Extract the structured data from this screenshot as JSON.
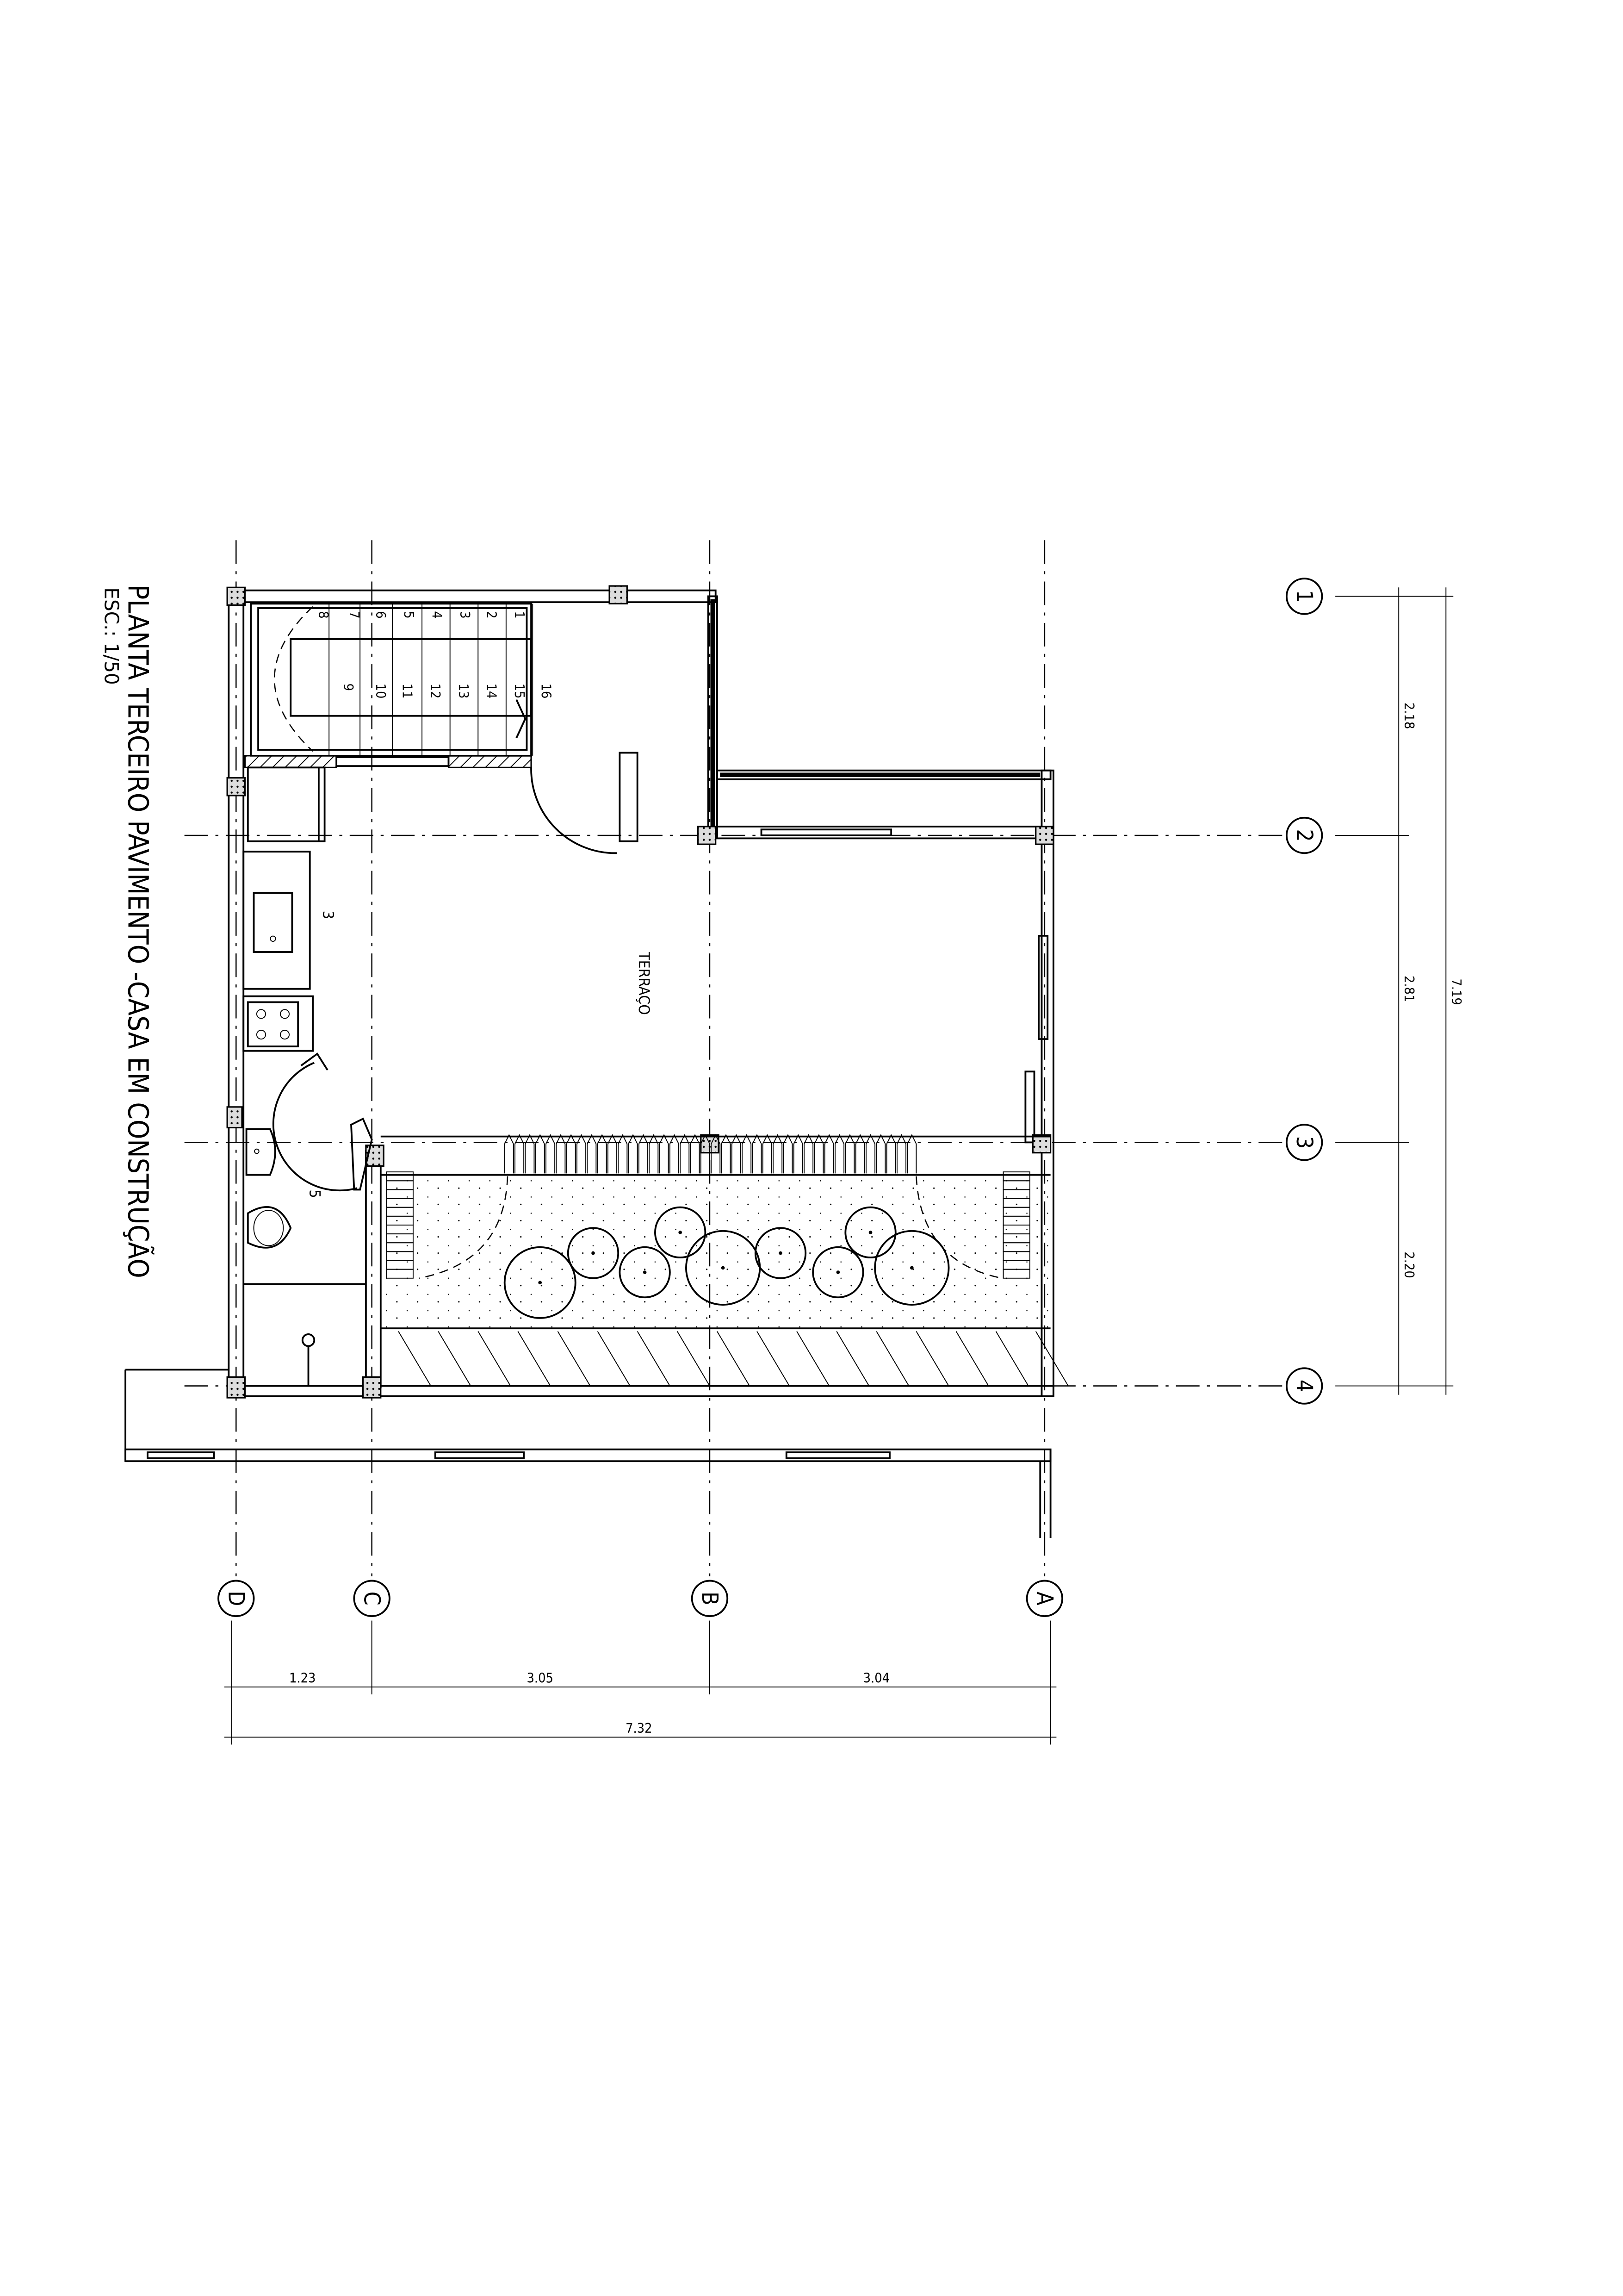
{
  "title": "PLANTA TERCEIRO PAVIMENTO -CASA EM CONSTRUÇÃO",
  "scale": "ESC.: 1/50",
  "rooms": {
    "terrace": "TERRAÇO",
    "kitchen": "3",
    "bathroom": "5"
  },
  "stair_steps": [
    "1",
    "2",
    "3",
    "4",
    "5",
    "6",
    "7",
    "8",
    "9",
    "10",
    "11",
    "12",
    "13",
    "14",
    "15",
    "16"
  ],
  "grid_axes": {
    "rows": [
      "1",
      "2",
      "3",
      "4"
    ],
    "columns": [
      "D",
      "C",
      "B",
      "A"
    ]
  },
  "dimensions": {
    "vertical": [
      "2.18",
      "2.81",
      "2.20"
    ],
    "vertical_total": "7.19",
    "horizontal": [
      "1.23",
      "3.05",
      "3.04"
    ],
    "horizontal_total": "7.32"
  }
}
